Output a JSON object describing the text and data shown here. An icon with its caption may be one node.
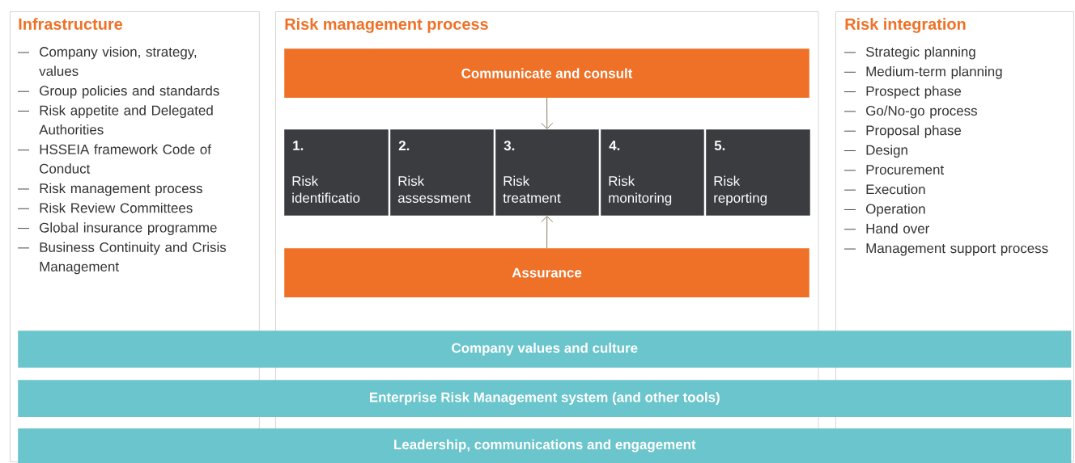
{
  "diagram": {
    "nodes": [
      {
        "text": [
          "Infrastructure",
          "Company vision, strategy, values",
          "Group policies and standards",
          "Risk appetite and Delegated Authorities",
          "HSSEIA framework Code of Conduct",
          "Risk management process",
          "Risk Review Committees",
          "Global insurance programme",
          "Business Continuity and Crisis Management"
        ]
      },
      {
        "text": [
          "Risk management process"
        ]
      },
      {
        "text": [
          "Communicate and consult"
        ],
        "in": 1
      },
      {
        "text": [
          "1.",
          "Risk identificatio"
        ],
        "in": 1
      },
      {
        "text": [
          "2.",
          "Risk assessment"
        ],
        "in": 1
      },
      {
        "text": [
          "3.",
          "Risk treatment"
        ],
        "in": 1
      },
      {
        "text": [
          "4.",
          "Risk monitoring"
        ],
        "in": 1
      },
      {
        "text": [
          "5.",
          "Risk reporting"
        ],
        "in": 1
      },
      {
        "text": [
          "Assurance"
        ],
        "in": 1
      },
      {
        "text": [
          "Risk integration",
          "Strategic planning",
          "Medium-term planning",
          "Prospect phase",
          "Go/No-go process",
          "Proposal phase",
          "Design",
          "Procurement",
          "Execution",
          "Operation",
          "Hand over",
          "Management support process"
        ]
      },
      {
        "text": [
          "Company values and culture"
        ]
      },
      {
        "text": [
          "Enterprise Risk Management system (and other tools)"
        ]
      },
      {
        "text": [
          "Leadership, communications and engagement"
        ]
      }
    ],
    "edges": [
      {
        "from": 2,
        "to": 5,
        "arrow": "to"
      },
      {
        "from": 8,
        "to": 5,
        "arrow": "to"
      }
    ]
  }
}
